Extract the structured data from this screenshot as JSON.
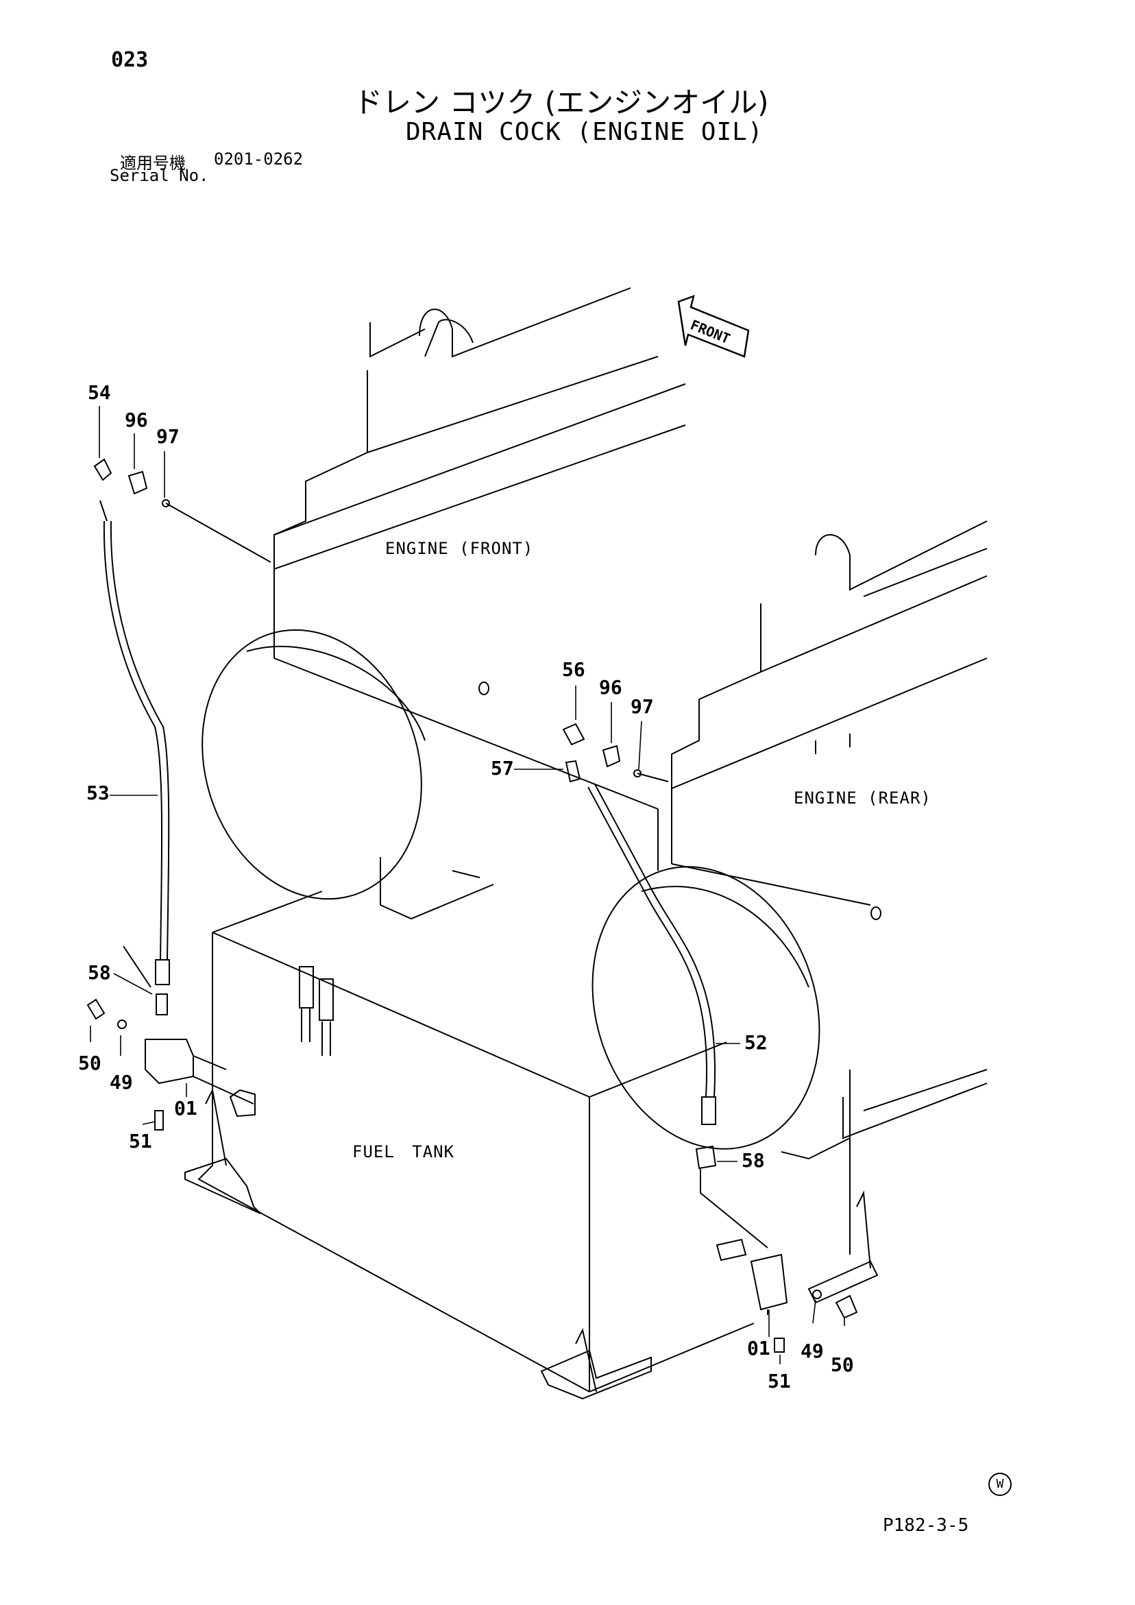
{
  "header": {
    "page_number": "023",
    "title_jp": "ドレン コツク (エンジンオイル)",
    "title_en": "DRAIN COCK (ENGINE OIL)",
    "serial_label_jp": "適用号機",
    "serial_range": "0201-0262",
    "serial_label_en": "Serial No."
  },
  "diagram": {
    "front_arrow_label": "FRONT",
    "labels": {
      "engine_front": "ENGINE (FRONT)",
      "engine_rear": "ENGINE (REAR)",
      "fuel_tank": "FUEL  TANK"
    },
    "part_numbers": {
      "left_54": "54",
      "left_96": "96",
      "left_97": "97",
      "left_53": "53",
      "left_58": "58",
      "left_50": "50",
      "left_49": "49",
      "left_01": "01",
      "left_51": "51",
      "right_56": "56",
      "right_96": "96",
      "right_97": "97",
      "right_57": "57",
      "right_52": "52",
      "right_58": "58",
      "right_01": "01",
      "right_49": "49",
      "right_50": "50",
      "right_51": "51"
    }
  },
  "footer": {
    "mark": "W",
    "drawing_code": "P182-3-5"
  }
}
